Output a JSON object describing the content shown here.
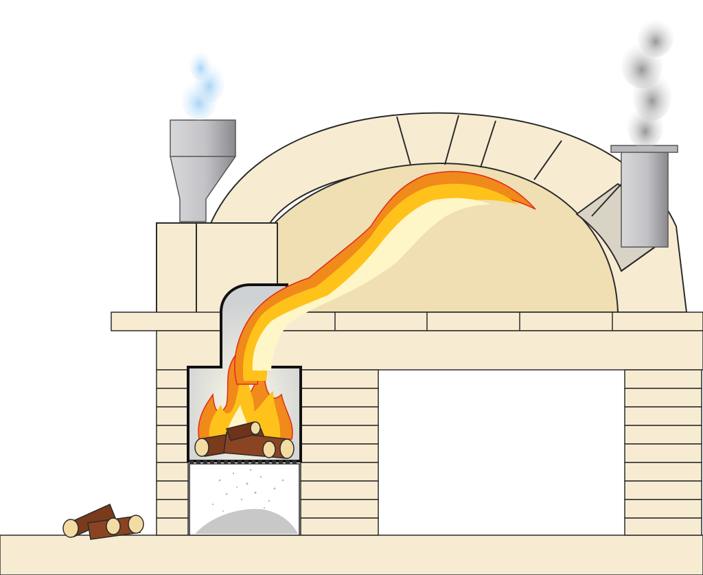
{
  "illustration": {
    "subject": "wood-fired-oven-cutaway",
    "palette": {
      "brick": "#f7ecd2",
      "dome_interior": "#efdfb3",
      "outline": "#2a2a2a",
      "grey_metal": "#c9c9cc",
      "chimney_dark": "#8f8f93",
      "insulation_block": "#d9d3c6",
      "firebox_steel": "#cdd0d2",
      "ash": "#c8c8c8",
      "flame_outer": "#f08a1a",
      "flame_mid": "#ffc21a",
      "flame_core": "#fff6c8",
      "flame_edge": "#e2261e",
      "wood": "#7a3a1c",
      "wood_end": "#f3dca4",
      "smoke_blue": "#bcdff8",
      "smoke_grey": "#a9a9a9"
    },
    "parts": [
      "ground-slab",
      "oven-dome",
      "dome-cladding-arch",
      "hearth-slab",
      "firebox",
      "ash-pit",
      "flame-flue",
      "intake-hopper",
      "chimney",
      "left-pillar",
      "right-pillar",
      "spare-firewood"
    ]
  }
}
